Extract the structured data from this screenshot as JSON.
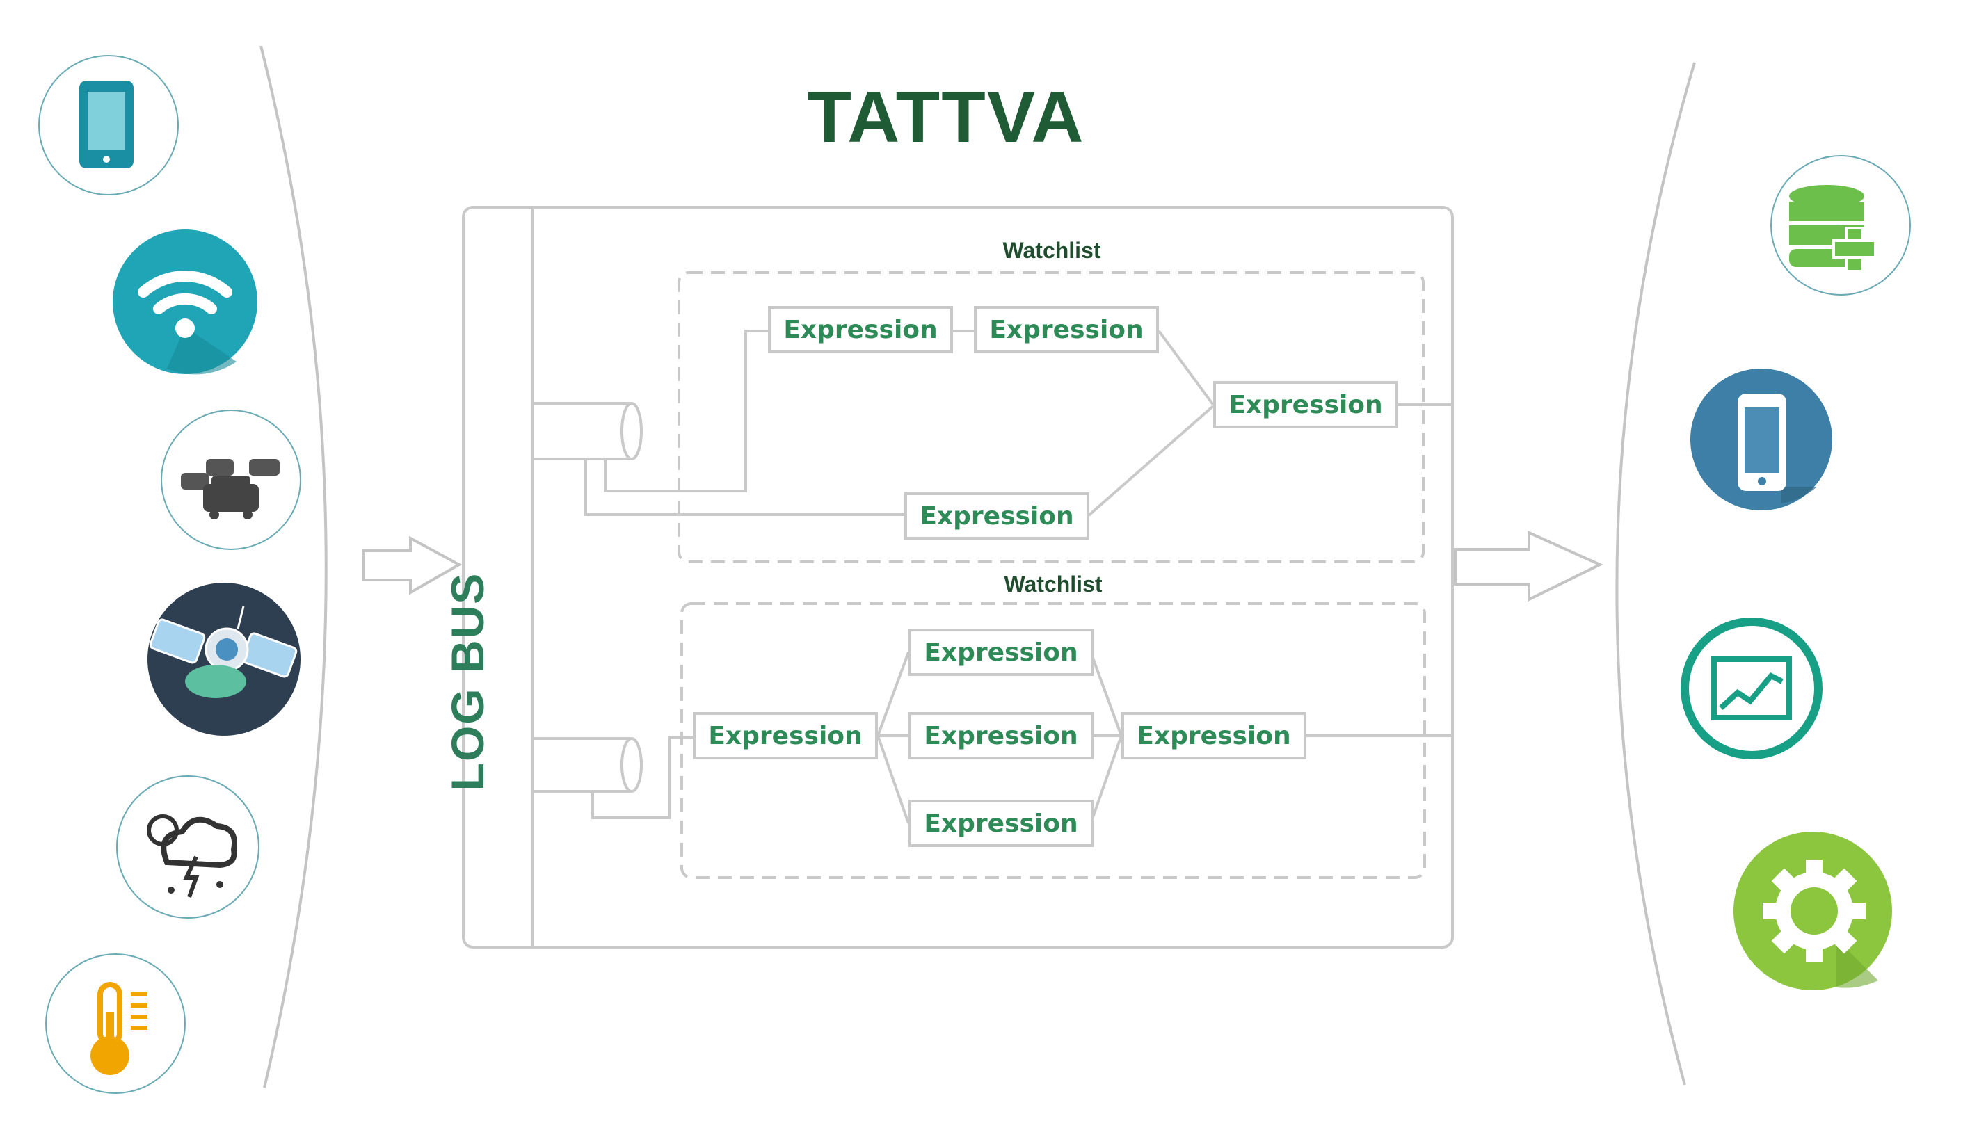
{
  "title": "TATTVA",
  "log_bus_label": "LOG BUS",
  "watchlists": [
    {
      "label": "Watchlist",
      "expressions": [
        "Expression",
        "Expression",
        "Expression",
        "Expression"
      ]
    },
    {
      "label": "Watchlist",
      "expressions": [
        "Expression",
        "Expression",
        "Expression",
        "Expression",
        "Expression"
      ]
    }
  ],
  "input_sources": [
    {
      "icon": "mobile-phone-icon",
      "color": "#1a8fa3"
    },
    {
      "icon": "wifi-icon",
      "color": "#1fa5b5"
    },
    {
      "icon": "traffic-cars-icon",
      "color": "#444444"
    },
    {
      "icon": "satellite-icon",
      "color": "#2e3f52"
    },
    {
      "icon": "weather-storm-icon",
      "color": "#333333"
    },
    {
      "icon": "thermometer-icon",
      "color": "#f0a500"
    }
  ],
  "outputs": [
    {
      "icon": "database-add-icon",
      "color": "#6cbf4b"
    },
    {
      "icon": "smartphone-icon",
      "color": "#3d7fa6"
    },
    {
      "icon": "analytics-chart-icon",
      "color": "#17a085"
    },
    {
      "icon": "settings-gear-icon",
      "color": "#8cc63f"
    }
  ],
  "colors": {
    "title": "#1f5b35",
    "expression_text": "#2e8b57",
    "line": "#c9c9c9",
    "log_bus": "#2e7d5b"
  }
}
